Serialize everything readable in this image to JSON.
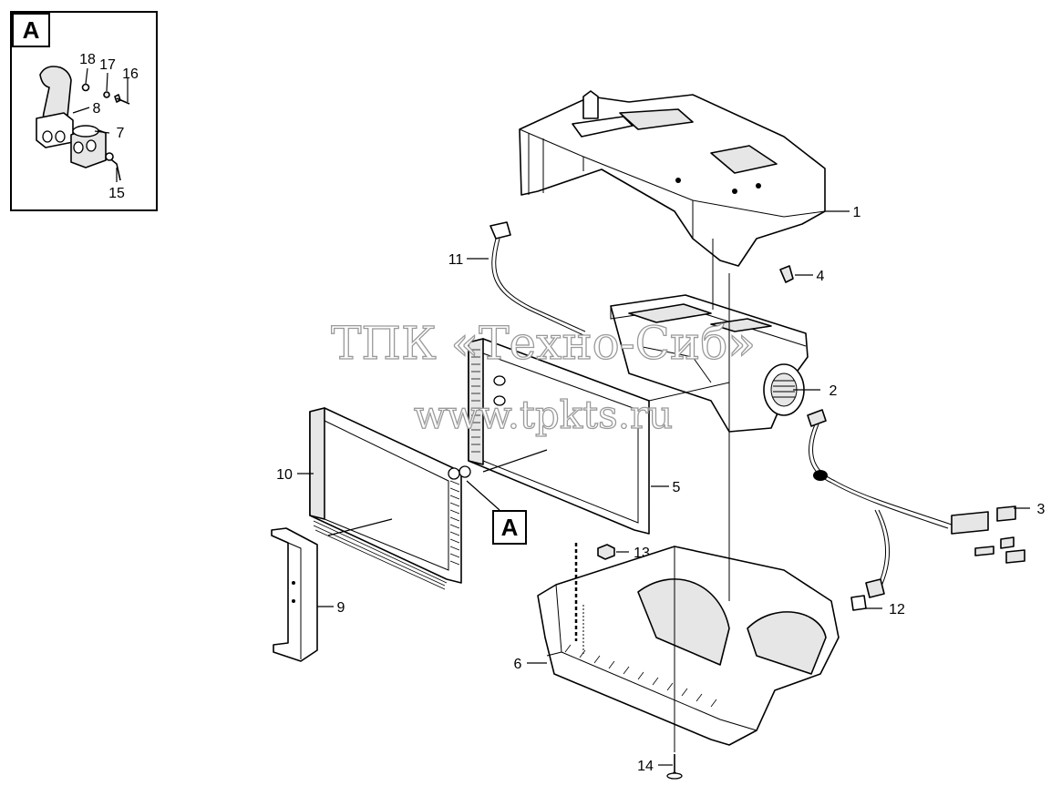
{
  "detail": {
    "label": "A"
  },
  "callout_a": {
    "label": "A"
  },
  "callouts": {
    "c1": "1",
    "c2": "2",
    "c3": "3",
    "c4": "4",
    "c5": "5",
    "c6": "6",
    "c7": "7",
    "c8": "8",
    "c9": "9",
    "c10": "10",
    "c11": "11",
    "c12": "12",
    "c13": "13",
    "c14": "14",
    "c15": "15",
    "c16": "16",
    "c17": "17",
    "c18": "18"
  },
  "watermark": {
    "line1": "ТПК «Техно-Сиб»",
    "line2": "www.tpkts.ru"
  }
}
